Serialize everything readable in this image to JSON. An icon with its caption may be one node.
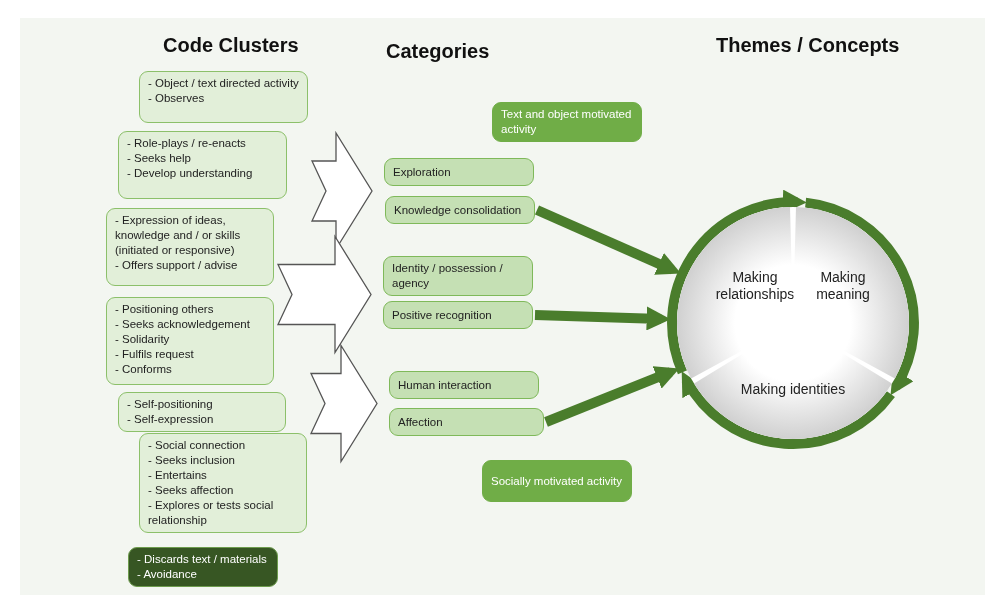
{
  "diagram": {
    "nodes": [
      {
        "text": [
          "- Object / text directed activity",
          "- Observes"
        ]
      },
      {
        "text": [
          "- Role-plays / re-enacts",
          "- Seeks help",
          "- Develop understanding"
        ]
      },
      {
        "text": [
          "- Expression of ideas, knowledge and / or  skills (initiated or responsive)",
          "- Offers support / advise"
        ]
      },
      {
        "text": [
          "- Positioning others",
          "- Seeks acknowledgement",
          "- Solidarity",
          "- Fulfils request",
          "- Conforms"
        ]
      },
      {
        "text": [
          "- Self-positioning",
          "- Self-expression"
        ]
      },
      {
        "text": [
          "- Social connection",
          "- Seeks inclusion",
          "- Entertains",
          "- Seeks affection",
          "- Explores or tests social relationship"
        ]
      },
      {
        "text": [
          "- Discards text / materials",
          "- Avoidance"
        ]
      },
      {
        "text": [
          "Text and object motivated activity"
        ]
      },
      {
        "text": [
          "Exploration"
        ]
      },
      {
        "text": [
          "Knowledge consolidation"
        ]
      },
      {
        "text": [
          "Identity / possession / agency"
        ]
      },
      {
        "text": [
          "Positive recognition"
        ]
      },
      {
        "text": [
          "Human interaction"
        ]
      },
      {
        "text": [
          "Affection"
        ]
      },
      {
        "text": [
          "Socially motivated activity"
        ]
      },
      {
        "text": [],
        "shape": "circle"
      },
      {
        "text": [
          "Making relationships"
        ],
        "in": 15
      },
      {
        "text": [
          "Making meaning"
        ],
        "in": 15
      },
      {
        "text": [
          "Making identities"
        ],
        "in": 15
      }
    ],
    "edges": [
      {
        "from": 0,
        "to": 8,
        "arrow": "to"
      },
      {
        "from": 0,
        "to": 9,
        "arrow": "to"
      },
      {
        "from": 1,
        "to": 8,
        "arrow": "to"
      },
      {
        "from": 1,
        "to": 9,
        "arrow": "to"
      },
      {
        "from": 2,
        "to": 10,
        "arrow": "to"
      },
      {
        "from": 2,
        "to": 11,
        "arrow": "to"
      },
      {
        "from": 3,
        "to": 10,
        "arrow": "to"
      },
      {
        "from": 3,
        "to": 11,
        "arrow": "to"
      },
      {
        "from": 4,
        "to": 12,
        "arrow": "to"
      },
      {
        "from": 4,
        "to": 13,
        "arrow": "to"
      },
      {
        "from": 5,
        "to": 12,
        "arrow": "to"
      },
      {
        "from": 5,
        "to": 13,
        "arrow": "to"
      },
      {
        "from": 9,
        "to": 15,
        "arrow": "to",
        "color": "#4a7d2c"
      },
      {
        "from": 11,
        "to": 15,
        "arrow": "to",
        "color": "#4a7d2c"
      },
      {
        "from": 13,
        "to": 15,
        "arrow": "to",
        "color": "#4a7d2c"
      },
      {
        "from": 16,
        "to": 17,
        "arrow": "to",
        "color": "#4a7d2c"
      },
      {
        "from": 17,
        "to": 18,
        "arrow": "to",
        "color": "#4a7d2c"
      },
      {
        "from": 18,
        "to": 16,
        "arrow": "to",
        "color": "#4a7d2c"
      }
    ],
    "labels": [
      "Code Clusters",
      "Categories",
      "Themes / Concepts"
    ]
  }
}
